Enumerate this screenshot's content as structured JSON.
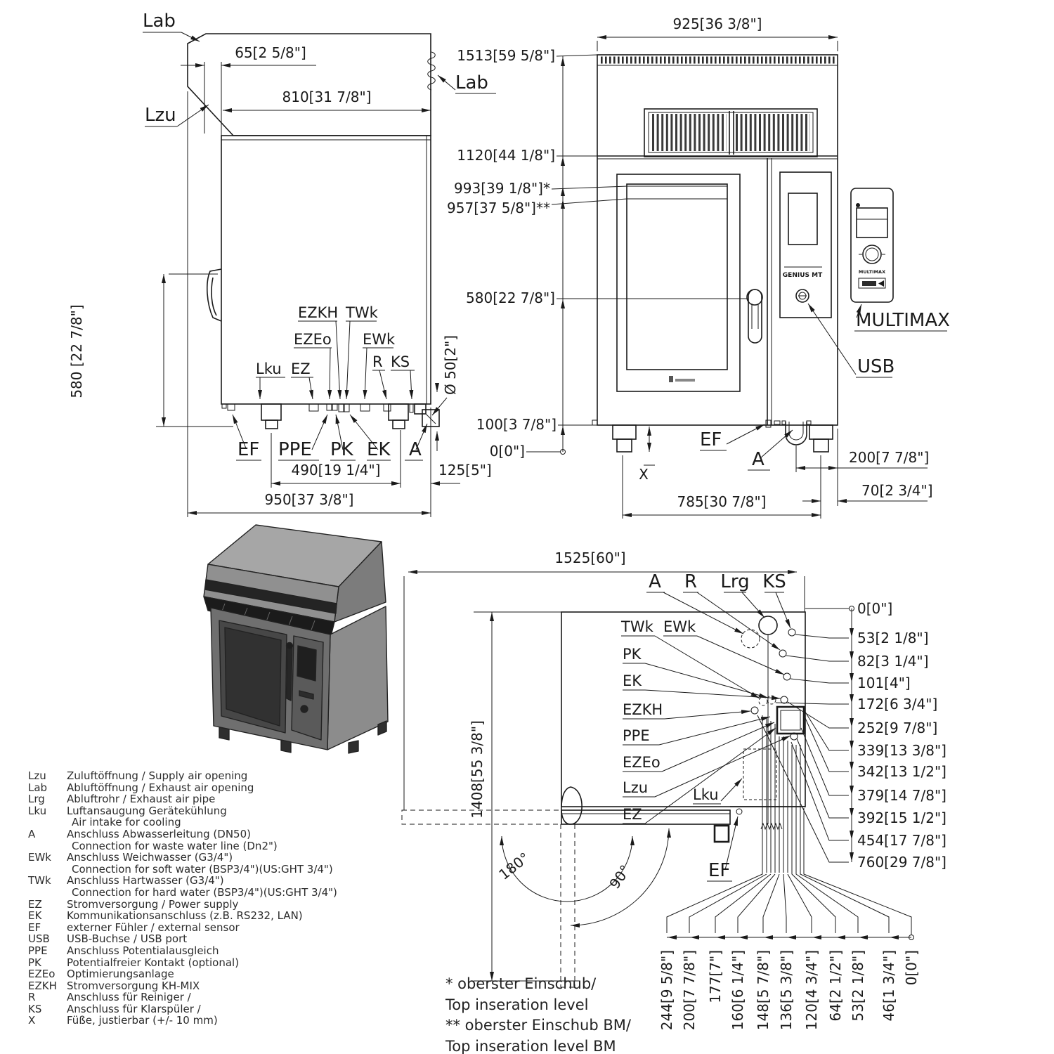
{
  "side_view": {
    "lab_top": "Lab",
    "lzu": "Lzu",
    "lab_right": "Lab",
    "dim_65": "65[2 5/8\"]",
    "dim_810": "810[31 7/8\"]",
    "dim_580": "580 [22 7/8\"]",
    "dim_diameter": "Ø 50[2\"]",
    "conn_top": {
      "ezkh": "EZKH",
      "twk": "TWk",
      "ezeo": "EZEo",
      "ewk": "EWk",
      "lku": "Lku",
      "ez": "EZ",
      "r": "R",
      "ks": "KS"
    },
    "conn_bottom": {
      "ef": "EF",
      "ppe": "PPE",
      "pk": "PK",
      "ek": "EK",
      "a": "A"
    },
    "dim_490": "490[19 1/4\"]",
    "dim_125": "125[5\"]",
    "dim_950": "950[37 3/8\"]"
  },
  "front_view": {
    "dim_925": "925[36 3/8\"]",
    "dim_1513": "1513[59 5/8\"]",
    "dim_1120": "1120[44 1/8\"]",
    "dim_993": "993[39 1/8\"]*",
    "dim_957": "957[37 5/8\"]**",
    "dim_580": "580[22 7/8\"]",
    "dim_100": "100[3 7/8\"]",
    "dim_0": "0[0\"]",
    "x_label": "X",
    "ef": "EF",
    "a": "A",
    "dim_785": "785[30 7/8\"]",
    "dim_200": "200[7 7/8\"]",
    "dim_70": "70[2 3/4\"]",
    "panel_brand": "GENIUS MT",
    "usb": "USB",
    "multimax_device": "MULTIMAX",
    "multimax": "MULTIMAX"
  },
  "top_view": {
    "dim_1525": "1525[60\"]",
    "dim_1408": "1408[55 3/8\"]",
    "labels": {
      "a": "A",
      "r": "R",
      "lrg": "Lrg",
      "ks": "KS",
      "twk": "TWk",
      "ewk": "EWk",
      "pk": "PK",
      "ek": "EK",
      "ezkh": "EZKH",
      "ppe": "PPE",
      "ezeo": "EZEo",
      "lzu": "Lzu",
      "ez": "EZ",
      "lku": "Lku",
      "ef": "EF"
    },
    "angle_180": "180°",
    "angle_90": "90°",
    "right_chain": [
      "0[0\"]",
      "53[2 1/8\"]",
      "82[3 1/4\"]",
      "101[4\"]",
      "172[6 3/4\"]",
      "252[9 7/8\"]",
      "339[13 3/8\"]",
      "342[13 1/2\"]",
      "379[14 7/8\"]",
      "392[15 1/2\"]",
      "454[17 7/8\"]",
      "760[29 7/8\"]"
    ],
    "bottom_chain": [
      "244[9 5/8\"]",
      "200[7 7/8\"]",
      "177[7\"]",
      "160[6 1/4\"]",
      "148[5 7/8\"]",
      "136[5 3/8\"]",
      "120[4 3/4\"]",
      "64[2 1/2\"]",
      "53[2 1/8\"]",
      "46[1 3/4\"]",
      "0[0\"]"
    ]
  },
  "footnotes": {
    "line1": "* oberster Einschub/",
    "line2": "Top inseration level",
    "line3": "** oberster Einschub BM/",
    "line4": "Top inseration level BM"
  },
  "legend": {
    "rows": [
      {
        "term": "Lzu",
        "text": "Zuluftöffnung / Supply air opening"
      },
      {
        "term": "Lab",
        "text": "Abluftöffnung / Exhaust air opening"
      },
      {
        "term": "Lrg",
        "text": "Abluftrohr / Exhaust air pipe"
      },
      {
        "term": "Lku",
        "text": "Luftansaugung Gerätekühlung"
      },
      {
        "term": "",
        "text": "Air intake for cooling"
      },
      {
        "term": "A",
        "text": "Anschluss Abwasserleitung (DN50)"
      },
      {
        "term": "",
        "text": "Connection for waste water line (Dn2\")"
      },
      {
        "term": "EWk",
        "text": "Anschluss Weichwasser (G3/4\")"
      },
      {
        "term": "",
        "text": "Connection for soft water (BSP3/4\")(US:GHT 3/4\")"
      },
      {
        "term": "TWk",
        "text": "Anschluss Hartwasser (G3/4\")"
      },
      {
        "term": "",
        "text": "Connection for hard water (BSP3/4\")(US:GHT 3/4\")"
      },
      {
        "term": "EZ",
        "text": "Stromversorgung / Power supply"
      },
      {
        "term": "EK",
        "text": "Kommunikationsanschluss (z.B. RS232, LAN)"
      },
      {
        "term": "EF",
        "text": "externer Fühler / external sensor"
      },
      {
        "term": "USB",
        "text": "USB-Buchse / USB port"
      },
      {
        "term": "PPE",
        "text": "Anschluss Potentialausgleich"
      },
      {
        "term": "PK",
        "text": "Potentialfreier Kontakt (optional)"
      },
      {
        "term": "EZEo",
        "text": "Optimierungsanlage"
      },
      {
        "term": "EZKH",
        "text": "Stromversorgung KH-MIX"
      },
      {
        "term": "R",
        "text": "Anschluss für Reiniger /"
      },
      {
        "term": "KS",
        "text": "Anschluss für Klarspüler /"
      },
      {
        "term": "X",
        "text": "Füße, justierbar (+/- 10 mm)"
      }
    ]
  }
}
